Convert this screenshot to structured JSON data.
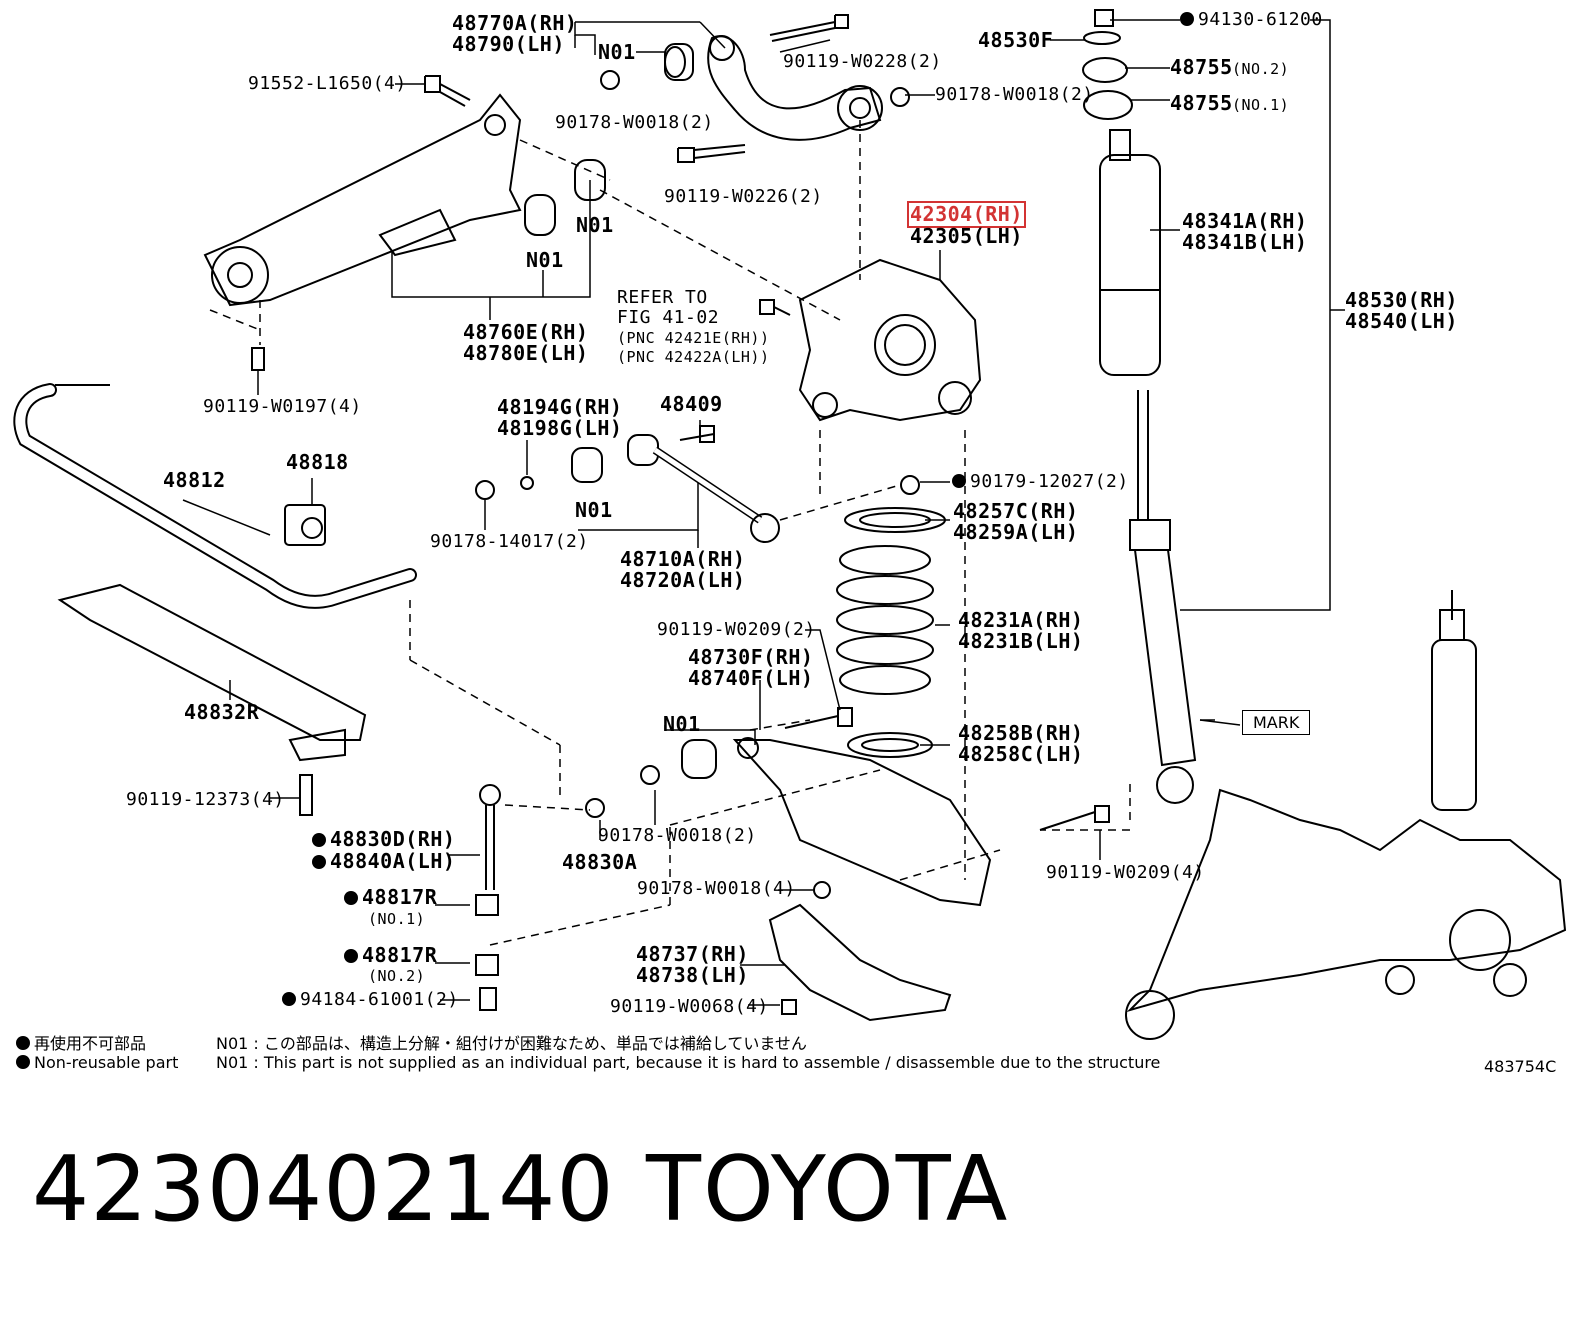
{
  "labels": {
    "l48770A": "48770A(RH)",
    "l48790": "48790(LH)",
    "n01_top": "N01",
    "l91552": "91552-L1650(4)",
    "l90178_top_left": "90178-W0018(2)",
    "l90119_W0228": "90119-W0228(2)",
    "l90178_top_right": "90178-W0018(2)",
    "l90119_W0226": "90119-W0226(2)",
    "l94130": "94130-61200",
    "l48530F": "48530F",
    "l48755_no2": "48755",
    "no2_a": "(NO.2)",
    "l48755_no1": "48755",
    "no1_a": "(NO.1)",
    "l42304": "42304(RH)",
    "l42305": "42305(LH)",
    "l48341A": "48341A(RH)",
    "l48341B": "48341B(LH)",
    "l48530": "48530(RH)",
    "l48540": "48540(LH)",
    "n01_a": "N01",
    "n01_b": "N01",
    "l48760E": "48760E(RH)",
    "l48780E": "48780E(LH)",
    "refer1": "REFER TO",
    "refer2": "FIG 41-02",
    "refer3": "(PNC 42421E(RH))",
    "refer4": "(PNC 42422A(LH))",
    "l90119_W0197": "90119-W0197(4)",
    "l48194G": "48194G(RH)",
    "l48198G": "48198G(LH)",
    "l48409": "48409",
    "l48812": "48812",
    "l48818": "48818",
    "l90179": "90179-12027(2)",
    "l48257C": "48257C(RH)",
    "l48259A": "48259A(LH)",
    "n01_c": "N01",
    "l90178_14017": "90178-14017(2)",
    "l48710A": "48710A(RH)",
    "l48720A": "48720A(LH)",
    "l48231A": "48231A(RH)",
    "l48231B": "48231B(LH)",
    "l90119_W0209_2": "90119-W0209(2)",
    "l48730F": "48730F(RH)",
    "l48740F": "48740F(LH)",
    "l48832R": "48832R",
    "n01_d": "N01",
    "l48258B": "48258B(RH)",
    "l48258C": "48258C(LH)",
    "mark": "MARK",
    "l90119_12373": "90119-12373(4)",
    "l48830D": "48830D(RH)",
    "l48840A": "48840A(LH)",
    "l90178_W0018_2b": "90178-W0018(2)",
    "l48830A": "48830A",
    "l90119_W0209_4": "90119-W0209(4)",
    "l90178_W0018_4": "90178-W0018(4)",
    "l48817R_1": "48817R",
    "no1_b": "(NO.1)",
    "l48817R_2": "48817R",
    "no2_b": "(NO.2)",
    "l48737": "48737(RH)",
    "l48738": "48738(LH)",
    "l94184": "94184-61001(2)",
    "l90119_W0068": "90119-W0068(4)"
  },
  "notes": {
    "legend_jp": "再使用不可部品",
    "legend_en": "Non-reusable part",
    "n01_jp": "N01 : この部品は、構造上分解・組付けが困難なため、単品では補給していません",
    "n01_en": "N01 : This part is not supplied as an individual part, because it is hard to assemble / disassemble due to the structure",
    "figure_code": "483754C"
  },
  "footer": {
    "part_number": "4230402140",
    "brand": "TOYOTA"
  },
  "highlight_color": "#d33333"
}
